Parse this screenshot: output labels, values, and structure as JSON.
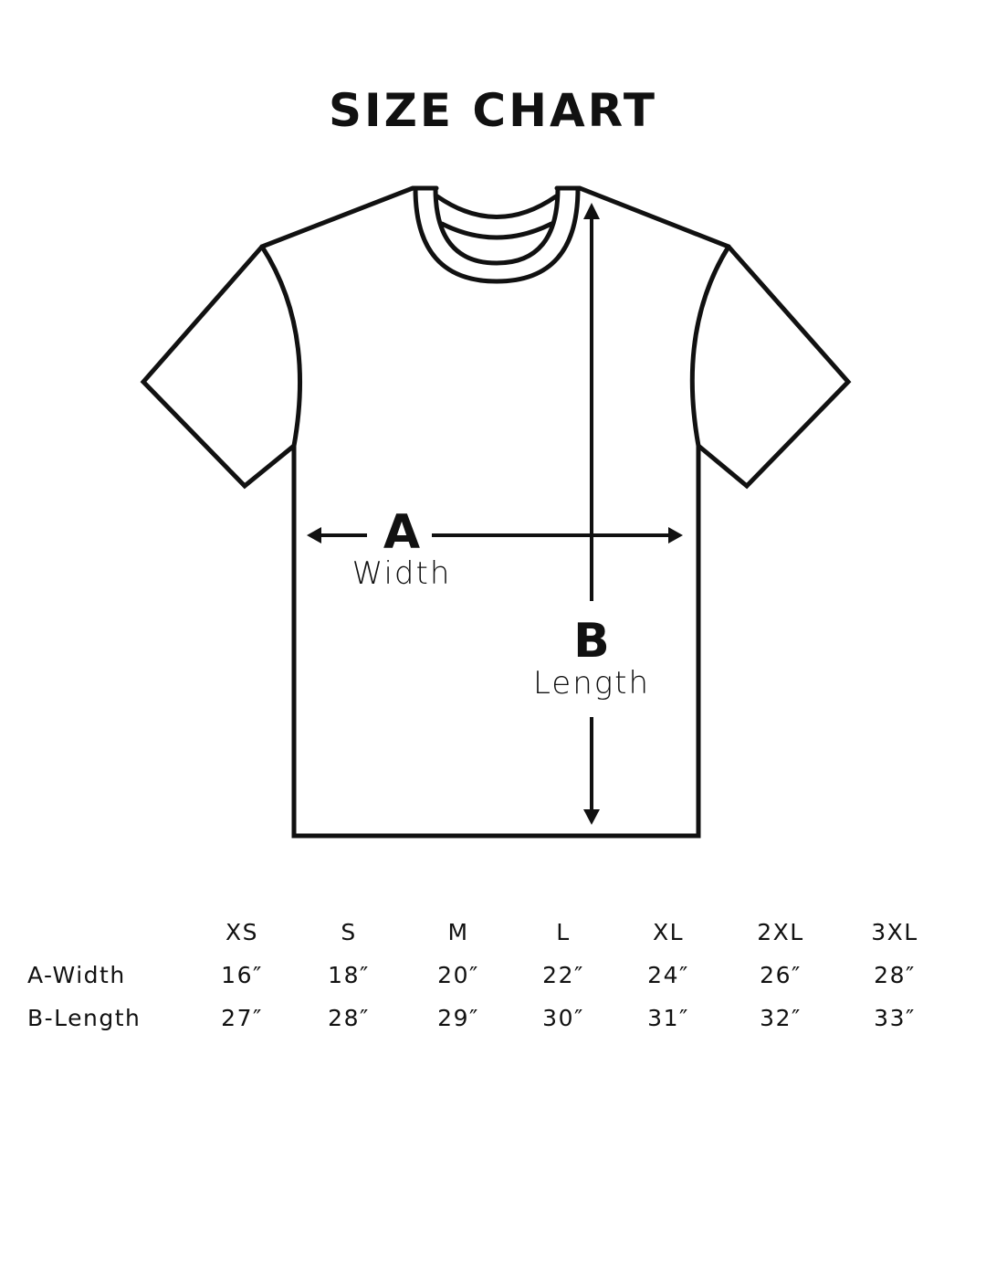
{
  "title": "SIZE CHART",
  "diagram": {
    "width_marker": {
      "letter": "A",
      "label": "Width"
    },
    "length_marker": {
      "letter": "B",
      "label": "Length"
    },
    "line_color": "#111111"
  },
  "table": {
    "headers": [
      "XS",
      "S",
      "M",
      "L",
      "XL",
      "2XL",
      "3XL"
    ],
    "rows": [
      {
        "label": "A-Width",
        "values": [
          "16″",
          "18″",
          "20″",
          "22″",
          "24″",
          "26″",
          "28″"
        ]
      },
      {
        "label": "B-Length",
        "values": [
          "27″",
          "28″",
          "29″",
          "30″",
          "31″",
          "32″",
          "33″"
        ]
      }
    ]
  },
  "chart_data": {
    "type": "table",
    "title": "SIZE CHART",
    "categories": [
      "XS",
      "S",
      "M",
      "L",
      "XL",
      "2XL",
      "3XL"
    ],
    "series": [
      {
        "name": "A-Width (in)",
        "values": [
          16,
          18,
          20,
          22,
          24,
          26,
          28
        ]
      },
      {
        "name": "B-Length (in)",
        "values": [
          27,
          28,
          29,
          30,
          31,
          32,
          33
        ]
      }
    ]
  }
}
